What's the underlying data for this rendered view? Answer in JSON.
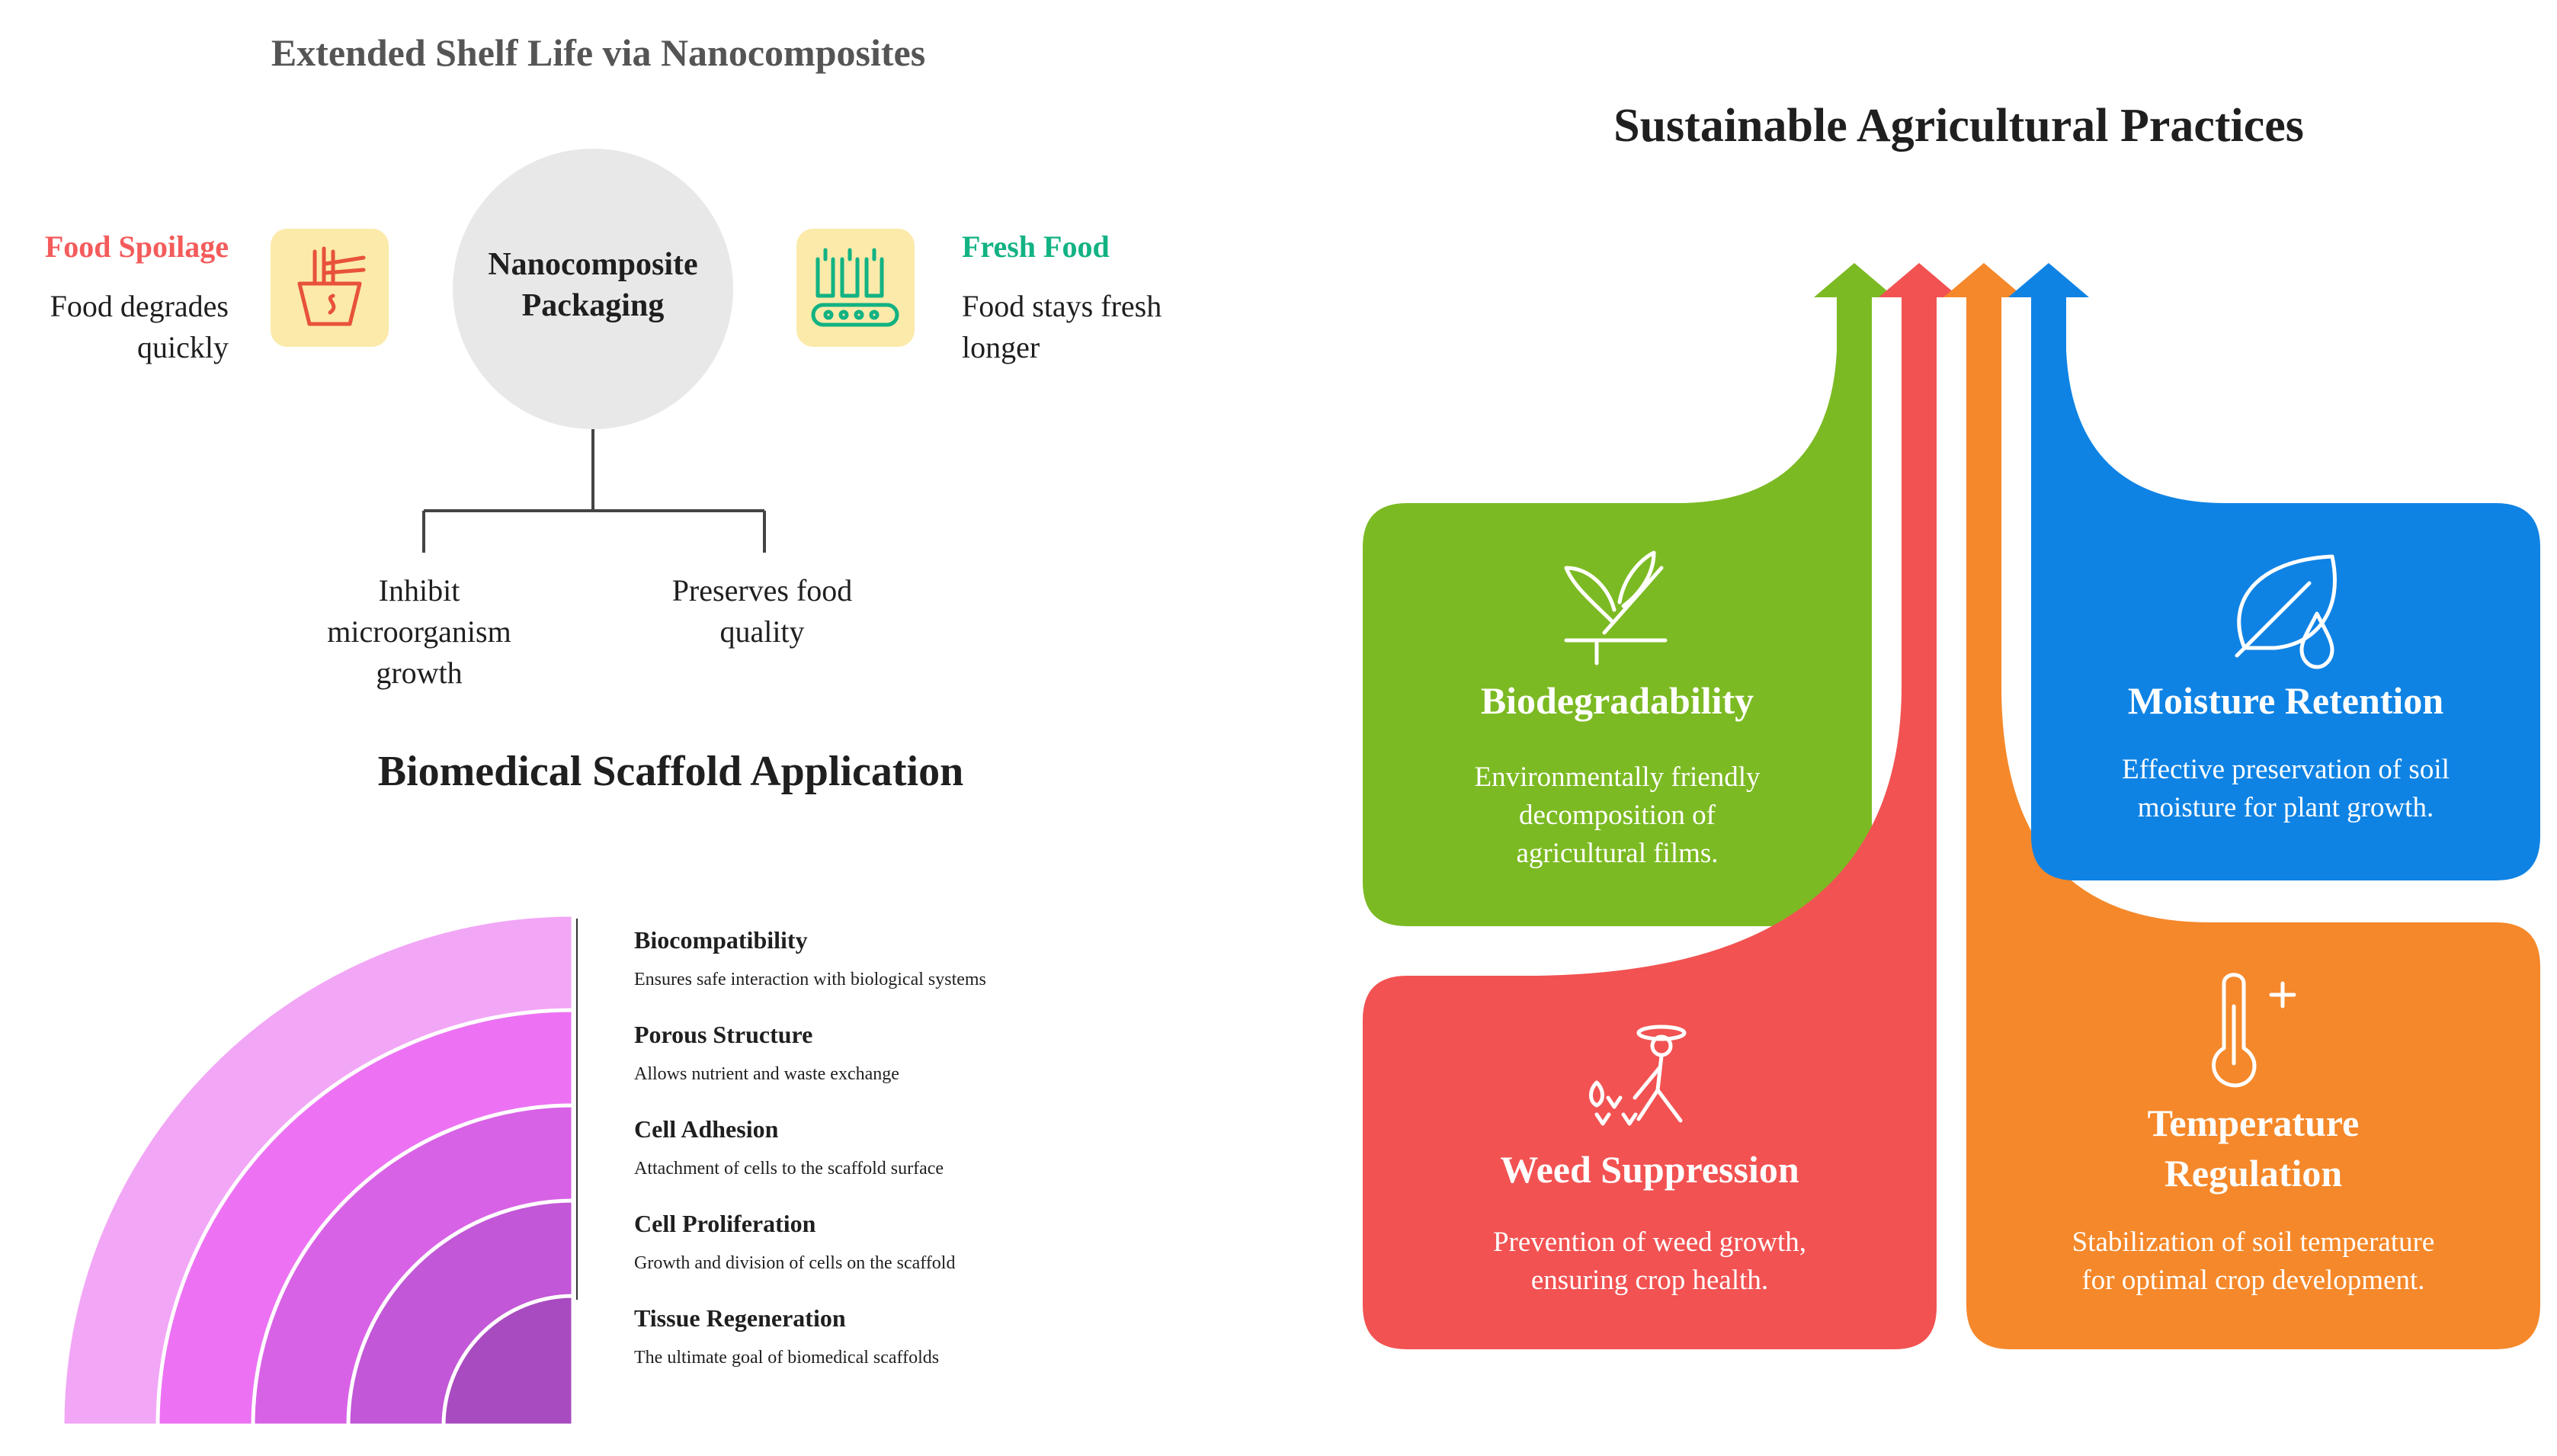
{
  "shelf_life": {
    "title": "Extended Shelf Life via Nanocomposites",
    "center_label_line1": "Nanocomposite",
    "center_label_line2": "Packaging",
    "left": {
      "heading": "Food Spoilage",
      "desc_line1": "Food degrades",
      "desc_line2": "quickly",
      "icon": "noodle-cup-icon"
    },
    "right": {
      "heading": "Fresh Food",
      "desc_line1": "Food stays fresh",
      "desc_line2": "longer",
      "icon": "bottles-conveyor-icon"
    },
    "branches": [
      {
        "line1": "Inhibit",
        "line2": "microorganism",
        "line3": "growth"
      },
      {
        "line1": "Preserves food",
        "line2": "quality"
      }
    ],
    "colors": {
      "spoilage": "#f45b5b",
      "fresh": "#12b283",
      "icon_bg": "#fbeaa9",
      "circle": "#e8e8e8"
    }
  },
  "scaffold": {
    "title": "Biomedical Scaffold Application",
    "layers": [
      {
        "title": "Biocompatibility",
        "desc": "Ensures safe interaction with biological systems",
        "color": "#f2a6f6"
      },
      {
        "title": "Porous Structure",
        "desc": "Allows nutrient and waste exchange",
        "color": "#ec72f3"
      },
      {
        "title": "Cell Adhesion",
        "desc": "Attachment of cells to the scaffold surface",
        "color": "#d862e6"
      },
      {
        "title": "Cell Proliferation",
        "desc": "Growth and division of cells on the scaffold",
        "color": "#c257d7"
      },
      {
        "title": "Tissue Regeneration",
        "desc": "The ultimate goal of biomedical scaffolds",
        "color": "#a94bc0"
      }
    ]
  },
  "agriculture": {
    "title": "Sustainable Agricultural Practices",
    "cards": [
      {
        "title": "Biodegradability",
        "desc_lines": [
          "Environmentally friendly",
          "decomposition of",
          "agricultural films."
        ],
        "color": "#7cba23",
        "icon": "sprout-icon"
      },
      {
        "title": "Moisture Retention",
        "desc_lines": [
          "Effective preservation of soil",
          "moisture for plant growth."
        ],
        "color": "#0f83e4",
        "icon": "leaf-drop-icon"
      },
      {
        "title": "Weed Suppression",
        "desc_lines": [
          "Prevention of weed growth,",
          "ensuring crop health."
        ],
        "color": "#f25252",
        "icon": "farmer-weeding-icon"
      },
      {
        "title_lines": [
          "Temperature",
          "Regulation"
        ],
        "desc_lines": [
          "Stabilization of soil temperature",
          "for optimal crop development."
        ],
        "color": "#f5882a",
        "icon": "thermometer-plus-icon"
      }
    ]
  }
}
